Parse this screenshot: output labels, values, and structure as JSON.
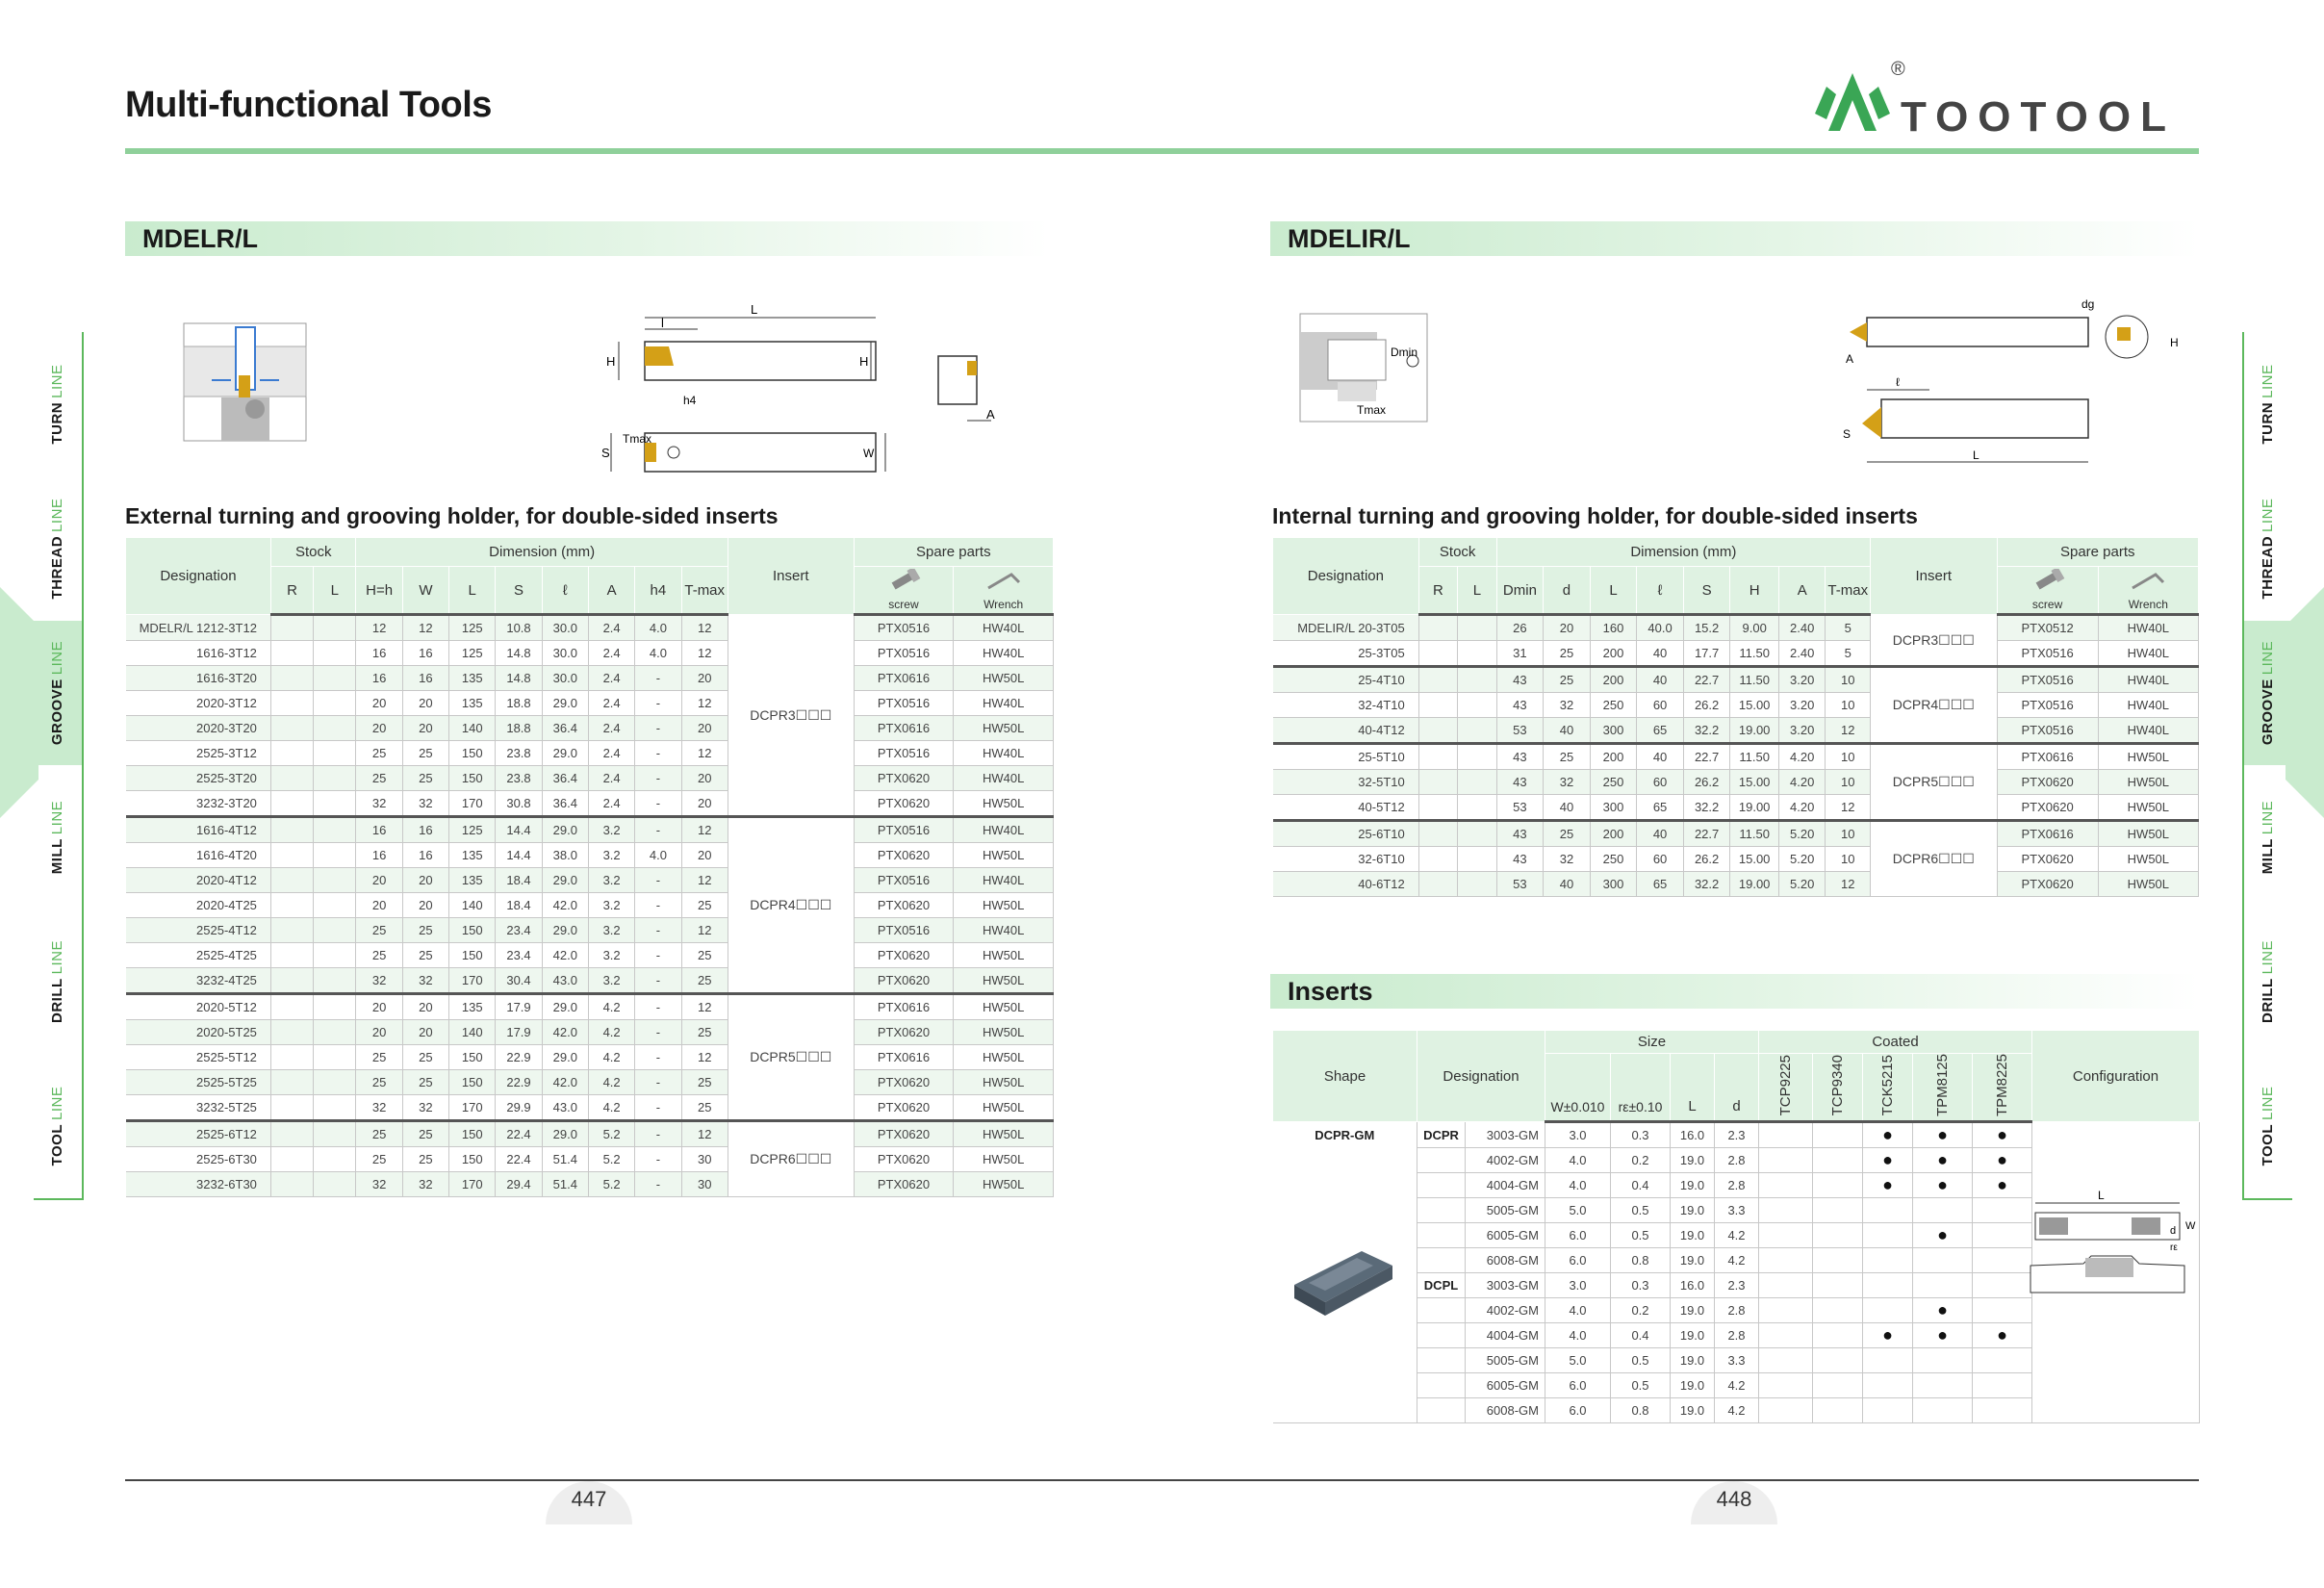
{
  "header": {
    "title": "Multi-functional Tools",
    "brand": "TOOTOOL",
    "registered": "®"
  },
  "side_tabs": [
    {
      "main": "TURN",
      "sub": "LINE",
      "active": false
    },
    {
      "main": "THREAD",
      "sub": "LINE",
      "active": false
    },
    {
      "main": "GROOVE",
      "sub": "LINE",
      "active": true
    },
    {
      "main": "MILL",
      "sub": "LINE",
      "active": false
    },
    {
      "main": "DRILL",
      "sub": "LINE",
      "active": false
    },
    {
      "main": "TOOL",
      "sub": "LINE",
      "active": false
    }
  ],
  "left": {
    "section": "MDELR/L",
    "subtitle": "External turning and grooving holder, for double-sided inserts",
    "diagram_labels": {
      "L": "L",
      "l": "l",
      "H": "H",
      "h4": "h4",
      "S": "S",
      "Tmax": "Tmax",
      "W": "W",
      "A": "A"
    },
    "headers": {
      "designation": "Designation",
      "stock": "Stock",
      "r": "R",
      "l": "L",
      "dimension": "Dimension (mm)",
      "dims": [
        "H=h",
        "W",
        "L",
        "S",
        "ℓ",
        "A",
        "h4",
        "T-max"
      ],
      "insert": "Insert",
      "spare": "Spare parts",
      "screw": "screw",
      "wrench": "Wrench"
    },
    "groups": [
      {
        "insert": "DCPR3☐☐☐",
        "rows": [
          [
            "MDELR/L 1212-3T12",
            "12",
            "12",
            "125",
            "10.8",
            "30.0",
            "2.4",
            "4.0",
            "12",
            "PTX0516",
            "HW40L"
          ],
          [
            "1616-3T12",
            "16",
            "16",
            "125",
            "14.8",
            "30.0",
            "2.4",
            "4.0",
            "12",
            "PTX0516",
            "HW40L"
          ],
          [
            "1616-3T20",
            "16",
            "16",
            "135",
            "14.8",
            "30.0",
            "2.4",
            "-",
            "20",
            "PTX0616",
            "HW50L"
          ],
          [
            "2020-3T12",
            "20",
            "20",
            "135",
            "18.8",
            "29.0",
            "2.4",
            "-",
            "12",
            "PTX0516",
            "HW40L"
          ],
          [
            "2020-3T20",
            "20",
            "20",
            "140",
            "18.8",
            "36.4",
            "2.4",
            "-",
            "20",
            "PTX0616",
            "HW50L"
          ],
          [
            "2525-3T12",
            "25",
            "25",
            "150",
            "23.8",
            "29.0",
            "2.4",
            "-",
            "12",
            "PTX0516",
            "HW40L"
          ],
          [
            "2525-3T20",
            "25",
            "25",
            "150",
            "23.8",
            "36.4",
            "2.4",
            "-",
            "20",
            "PTX0620",
            "HW40L"
          ],
          [
            "3232-3T20",
            "32",
            "32",
            "170",
            "30.8",
            "36.4",
            "2.4",
            "-",
            "20",
            "PTX0620",
            "HW50L"
          ]
        ]
      },
      {
        "insert": "DCPR4☐☐☐",
        "rows": [
          [
            "1616-4T12",
            "16",
            "16",
            "125",
            "14.4",
            "29.0",
            "3.2",
            "-",
            "12",
            "PTX0516",
            "HW40L"
          ],
          [
            "1616-4T20",
            "16",
            "16",
            "135",
            "14.4",
            "38.0",
            "3.2",
            "4.0",
            "20",
            "PTX0620",
            "HW50L"
          ],
          [
            "2020-4T12",
            "20",
            "20",
            "135",
            "18.4",
            "29.0",
            "3.2",
            "-",
            "12",
            "PTX0516",
            "HW40L"
          ],
          [
            "2020-4T25",
            "20",
            "20",
            "140",
            "18.4",
            "42.0",
            "3.2",
            "-",
            "25",
            "PTX0620",
            "HW50L"
          ],
          [
            "2525-4T12",
            "25",
            "25",
            "150",
            "23.4",
            "29.0",
            "3.2",
            "-",
            "12",
            "PTX0516",
            "HW40L"
          ],
          [
            "2525-4T25",
            "25",
            "25",
            "150",
            "23.4",
            "42.0",
            "3.2",
            "-",
            "25",
            "PTX0620",
            "HW50L"
          ],
          [
            "3232-4T25",
            "32",
            "32",
            "170",
            "30.4",
            "43.0",
            "3.2",
            "-",
            "25",
            "PTX0620",
            "HW50L"
          ]
        ]
      },
      {
        "insert": "DCPR5☐☐☐",
        "rows": [
          [
            "2020-5T12",
            "20",
            "20",
            "135",
            "17.9",
            "29.0",
            "4.2",
            "-",
            "12",
            "PTX0616",
            "HW50L"
          ],
          [
            "2020-5T25",
            "20",
            "20",
            "140",
            "17.9",
            "42.0",
            "4.2",
            "-",
            "25",
            "PTX0620",
            "HW50L"
          ],
          [
            "2525-5T12",
            "25",
            "25",
            "150",
            "22.9",
            "29.0",
            "4.2",
            "-",
            "12",
            "PTX0616",
            "HW50L"
          ],
          [
            "2525-5T25",
            "25",
            "25",
            "150",
            "22.9",
            "42.0",
            "4.2",
            "-",
            "25",
            "PTX0620",
            "HW50L"
          ],
          [
            "3232-5T25",
            "32",
            "32",
            "170",
            "29.9",
            "43.0",
            "4.2",
            "-",
            "25",
            "PTX0620",
            "HW50L"
          ]
        ]
      },
      {
        "insert": "DCPR6☐☐☐",
        "rows": [
          [
            "2525-6T12",
            "25",
            "25",
            "150",
            "22.4",
            "29.0",
            "5.2",
            "-",
            "12",
            "PTX0620",
            "HW50L"
          ],
          [
            "2525-6T30",
            "25",
            "25",
            "150",
            "22.4",
            "51.4",
            "5.2",
            "-",
            "30",
            "PTX0620",
            "HW50L"
          ],
          [
            "3232-6T30",
            "32",
            "32",
            "170",
            "29.4",
            "51.4",
            "5.2",
            "-",
            "30",
            "PTX0620",
            "HW50L"
          ]
        ]
      }
    ],
    "page": "447"
  },
  "right": {
    "section": "MDELIR/L",
    "subtitle": "Internal turning and grooving holder, for double-sided inserts",
    "diagram_labels": {
      "dg": "dg",
      "H": "H",
      "A": "A",
      "l": "ℓ",
      "S": "S",
      "L": "L",
      "Dmin": "Dmin",
      "Tmax": "Tmax"
    },
    "headers": {
      "designation": "Designation",
      "stock": "Stock",
      "r": "R",
      "l": "L",
      "dimension": "Dimension (mm)",
      "dims": [
        "Dmin",
        "d",
        "L",
        "ℓ",
        "S",
        "H",
        "A",
        "T-max"
      ],
      "insert": "Insert",
      "spare": "Spare parts",
      "screw": "screw",
      "wrench": "Wrench"
    },
    "groups": [
      {
        "insert": "DCPR3☐☐☐",
        "rows": [
          [
            "MDELIR/L 20-3T05",
            "26",
            "20",
            "160",
            "40.0",
            "15.2",
            "9.00",
            "2.40",
            "5",
            "PTX0512",
            "HW40L"
          ],
          [
            "25-3T05",
            "31",
            "25",
            "200",
            "40",
            "17.7",
            "11.50",
            "2.40",
            "5",
            "PTX0516",
            "HW40L"
          ]
        ]
      },
      {
        "insert": "DCPR4☐☐☐",
        "rows": [
          [
            "25-4T10",
            "43",
            "25",
            "200",
            "40",
            "22.7",
            "11.50",
            "3.20",
            "10",
            "PTX0516",
            "HW40L"
          ],
          [
            "32-4T10",
            "43",
            "32",
            "250",
            "60",
            "26.2",
            "15.00",
            "3.20",
            "10",
            "PTX0516",
            "HW40L"
          ],
          [
            "40-4T12",
            "53",
            "40",
            "300",
            "65",
            "32.2",
            "19.00",
            "3.20",
            "12",
            "PTX0516",
            "HW40L"
          ]
        ]
      },
      {
        "insert": "DCPR5☐☐☐",
        "rows": [
          [
            "25-5T10",
            "43",
            "25",
            "200",
            "40",
            "22.7",
            "11.50",
            "4.20",
            "10",
            "PTX0616",
            "HW50L"
          ],
          [
            "32-5T10",
            "43",
            "32",
            "250",
            "60",
            "26.2",
            "15.00",
            "4.20",
            "10",
            "PTX0620",
            "HW50L"
          ],
          [
            "40-5T12",
            "53",
            "40",
            "300",
            "65",
            "32.2",
            "19.00",
            "4.20",
            "12",
            "PTX0620",
            "HW50L"
          ]
        ]
      },
      {
        "insert": "DCPR6☐☐☐",
        "rows": [
          [
            "25-6T10",
            "43",
            "25",
            "200",
            "40",
            "22.7",
            "11.50",
            "5.20",
            "10",
            "PTX0616",
            "HW50L"
          ],
          [
            "32-6T10",
            "43",
            "32",
            "250",
            "60",
            "26.2",
            "15.00",
            "5.20",
            "10",
            "PTX0620",
            "HW50L"
          ],
          [
            "40-6T12",
            "53",
            "40",
            "300",
            "65",
            "32.2",
            "19.00",
            "5.20",
            "12",
            "PTX0620",
            "HW50L"
          ]
        ]
      }
    ],
    "inserts": {
      "section": "Inserts",
      "headers": {
        "shape": "Shape",
        "designation": "Designation",
        "size": "Size",
        "w": "W±0.010",
        "re": "rε±0.10",
        "L": "L",
        "d": "d",
        "coated": "Coated",
        "grades": [
          "TCP9225",
          "TCP9340",
          "TCK5215",
          "TPM8125",
          "TPM8225"
        ],
        "configuration": "Configuration"
      },
      "shape_name": "DCPR-GM",
      "config_labels": {
        "L": "L",
        "d": "d",
        "W": "W",
        "re": "rε"
      },
      "dot": "●",
      "rows": [
        {
          "series": "DCPR",
          "code": "3003-GM",
          "w": "3.0",
          "re": "0.3",
          "L": "16.0",
          "d": "2.3",
          "g": [
            0,
            0,
            1,
            1,
            1
          ]
        },
        {
          "series": "",
          "code": "4002-GM",
          "w": "4.0",
          "re": "0.2",
          "L": "19.0",
          "d": "2.8",
          "g": [
            0,
            0,
            1,
            1,
            1
          ]
        },
        {
          "series": "",
          "code": "4004-GM",
          "w": "4.0",
          "re": "0.4",
          "L": "19.0",
          "d": "2.8",
          "g": [
            0,
            0,
            1,
            1,
            1
          ]
        },
        {
          "series": "",
          "code": "5005-GM",
          "w": "5.0",
          "re": "0.5",
          "L": "19.0",
          "d": "3.3",
          "g": [
            0,
            0,
            0,
            0,
            0
          ]
        },
        {
          "series": "",
          "code": "6005-GM",
          "w": "6.0",
          "re": "0.5",
          "L": "19.0",
          "d": "4.2",
          "g": [
            0,
            0,
            0,
            1,
            0
          ]
        },
        {
          "series": "",
          "code": "6008-GM",
          "w": "6.0",
          "re": "0.8",
          "L": "19.0",
          "d": "4.2",
          "g": [
            0,
            0,
            0,
            0,
            0
          ]
        },
        {
          "series": "DCPL",
          "code": "3003-GM",
          "w": "3.0",
          "re": "0.3",
          "L": "16.0",
          "d": "2.3",
          "g": [
            0,
            0,
            0,
            0,
            0
          ]
        },
        {
          "series": "",
          "code": "4002-GM",
          "w": "4.0",
          "re": "0.2",
          "L": "19.0",
          "d": "2.8",
          "g": [
            0,
            0,
            0,
            1,
            0
          ]
        },
        {
          "series": "",
          "code": "4004-GM",
          "w": "4.0",
          "re": "0.4",
          "L": "19.0",
          "d": "2.8",
          "g": [
            0,
            0,
            1,
            1,
            1
          ]
        },
        {
          "series": "",
          "code": "5005-GM",
          "w": "5.0",
          "re": "0.5",
          "L": "19.0",
          "d": "3.3",
          "g": [
            0,
            0,
            0,
            0,
            0
          ]
        },
        {
          "series": "",
          "code": "6005-GM",
          "w": "6.0",
          "re": "0.5",
          "L": "19.0",
          "d": "4.2",
          "g": [
            0,
            0,
            0,
            0,
            0
          ]
        },
        {
          "series": "",
          "code": "6008-GM",
          "w": "6.0",
          "re": "0.8",
          "L": "19.0",
          "d": "4.2",
          "g": [
            0,
            0,
            0,
            0,
            0
          ]
        }
      ]
    },
    "page": "448"
  },
  "colors": {
    "accent": "#5cb85c",
    "header_bg": "#dff2e2",
    "rule": "#8fd09a"
  }
}
